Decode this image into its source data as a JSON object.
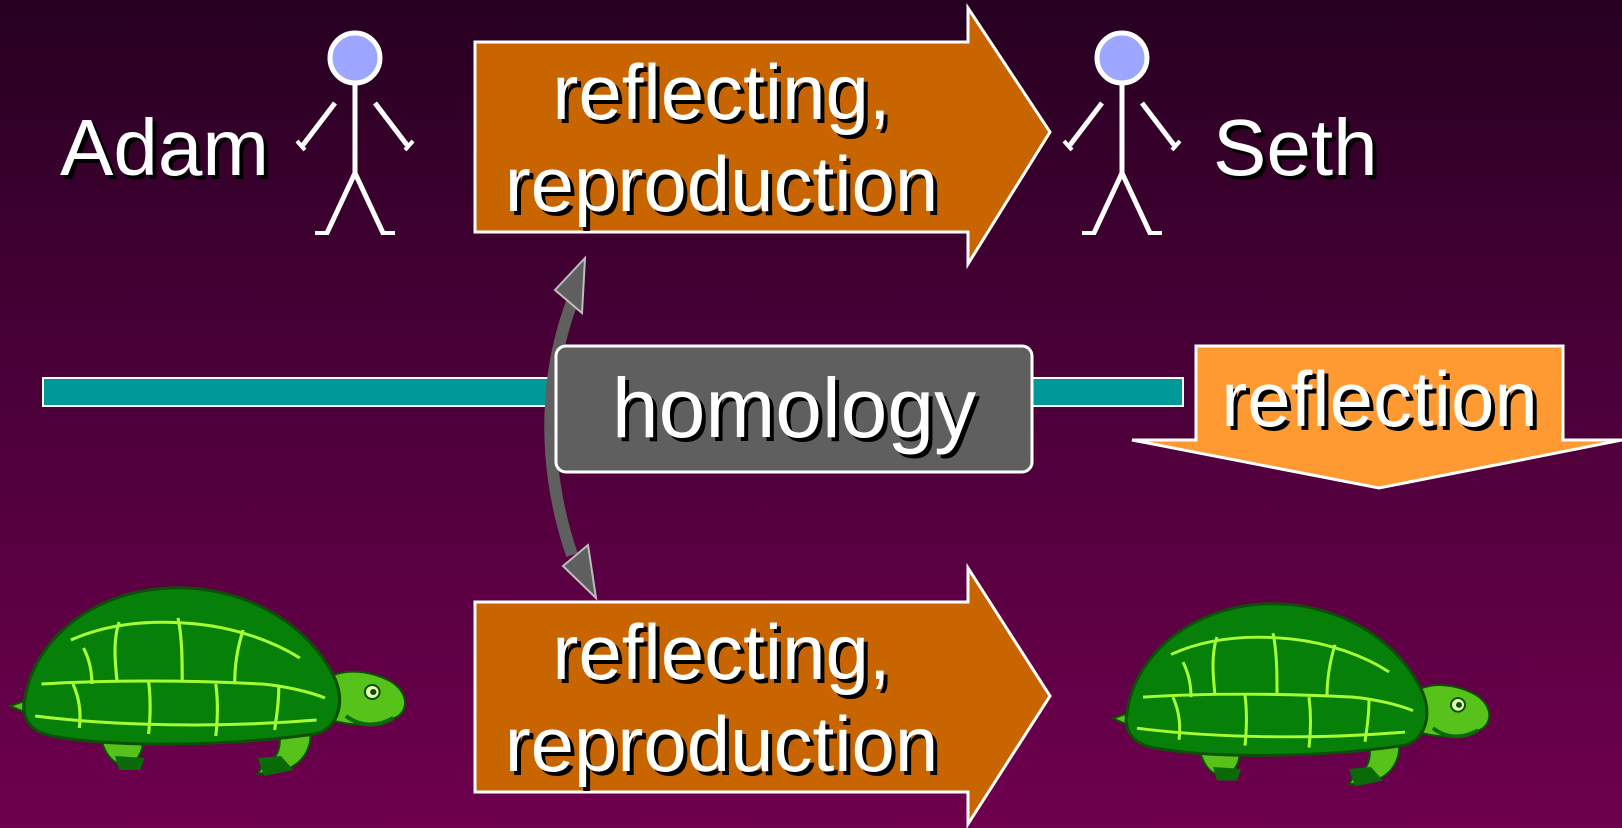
{
  "colors": {
    "arrow_orange": "#c96500",
    "callout_orange": "#ff9a33",
    "bar_teal": "#00999a",
    "box_gray": "#5f5f5f",
    "stick_head": "#9ea7ff",
    "turtle_shell": "#078009",
    "turtle_skin": "#56c21a",
    "turtle_line": "#a5ff33"
  },
  "diagram": {
    "person_left": "Adam",
    "person_right": "Seth",
    "arrow_top": {
      "line1": "reflecting,",
      "line2": "reproduction"
    },
    "arrow_bottom": {
      "line1": "reflecting,",
      "line2": "reproduction"
    },
    "center_box": "homology",
    "callout": "reflection",
    "icons": [
      "stick-figure-icon",
      "stick-figure-icon",
      "turtle-icon",
      "turtle-icon"
    ]
  }
}
